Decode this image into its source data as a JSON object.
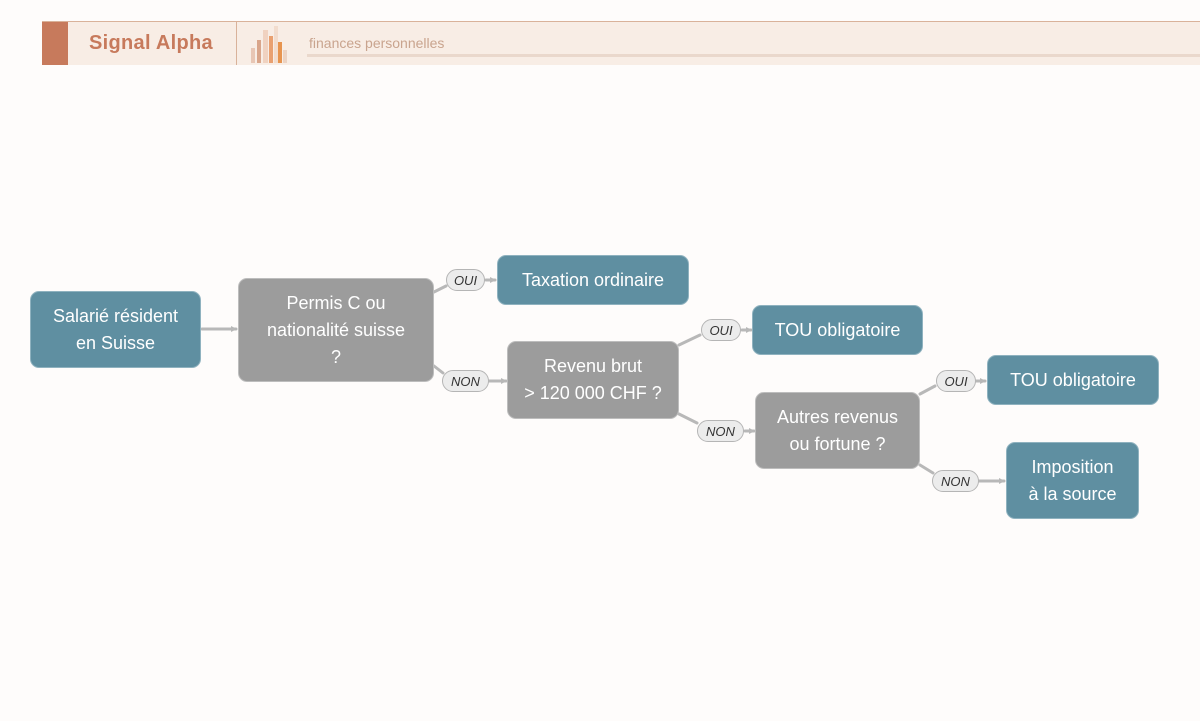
{
  "header": {
    "brand": "Signal Alpha",
    "tagline": "finances personnelles",
    "colors": {
      "accent": "#c77a5c",
      "banner": "#f8ede5",
      "tagline": "#c9a48e"
    },
    "logo_icon": "bar-chart-icon"
  },
  "diagram": {
    "colors": {
      "terminal": "#5f8fa1",
      "decision": "#9c9c9c",
      "connector": "#b8b8b8"
    },
    "nodes": {
      "start": "Salarié résident\nen Suisse",
      "q_permit": "Permis C ou\nnationalité suisse\n?",
      "r_ordinary": "Taxation ordinaire",
      "q_income": "Revenu brut\n> 120 000 CHF ?",
      "r_tou_1": "TOU obligatoire",
      "q_other": "Autres revenus\nou fortune ?",
      "r_tou_2": "TOU obligatoire",
      "r_source": "Imposition\nà la source"
    },
    "edges": {
      "permit_yes": "OUI",
      "permit_no": "NON",
      "income_yes": "OUI",
      "income_no": "NON",
      "other_yes": "OUI",
      "other_no": "NON"
    }
  }
}
